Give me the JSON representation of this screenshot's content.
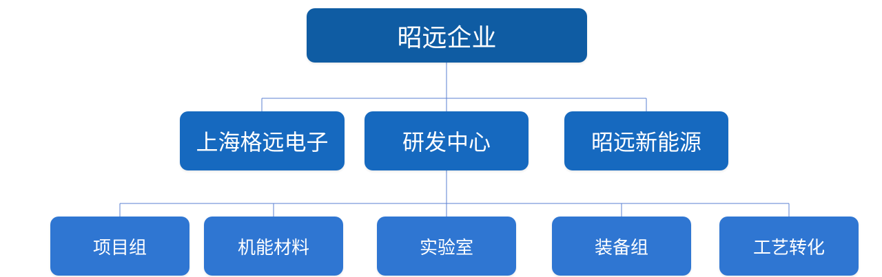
{
  "colors": {
    "level_0_fill": "#0f5ca3",
    "level_1_fill": "#1669bf",
    "level_2_fill": "#2f76d2",
    "connector": "#5a7fd1"
  },
  "org_chart": {
    "root": {
      "label": "昭远企业"
    },
    "level1": [
      {
        "label": "上海格远电子"
      },
      {
        "label": "研发中心"
      },
      {
        "label": "昭远新能源"
      }
    ],
    "level2": [
      {
        "label": "项目组"
      },
      {
        "label": "机能材料"
      },
      {
        "label": "实验室"
      },
      {
        "label": "装备组"
      },
      {
        "label": "工艺转化"
      }
    ]
  }
}
